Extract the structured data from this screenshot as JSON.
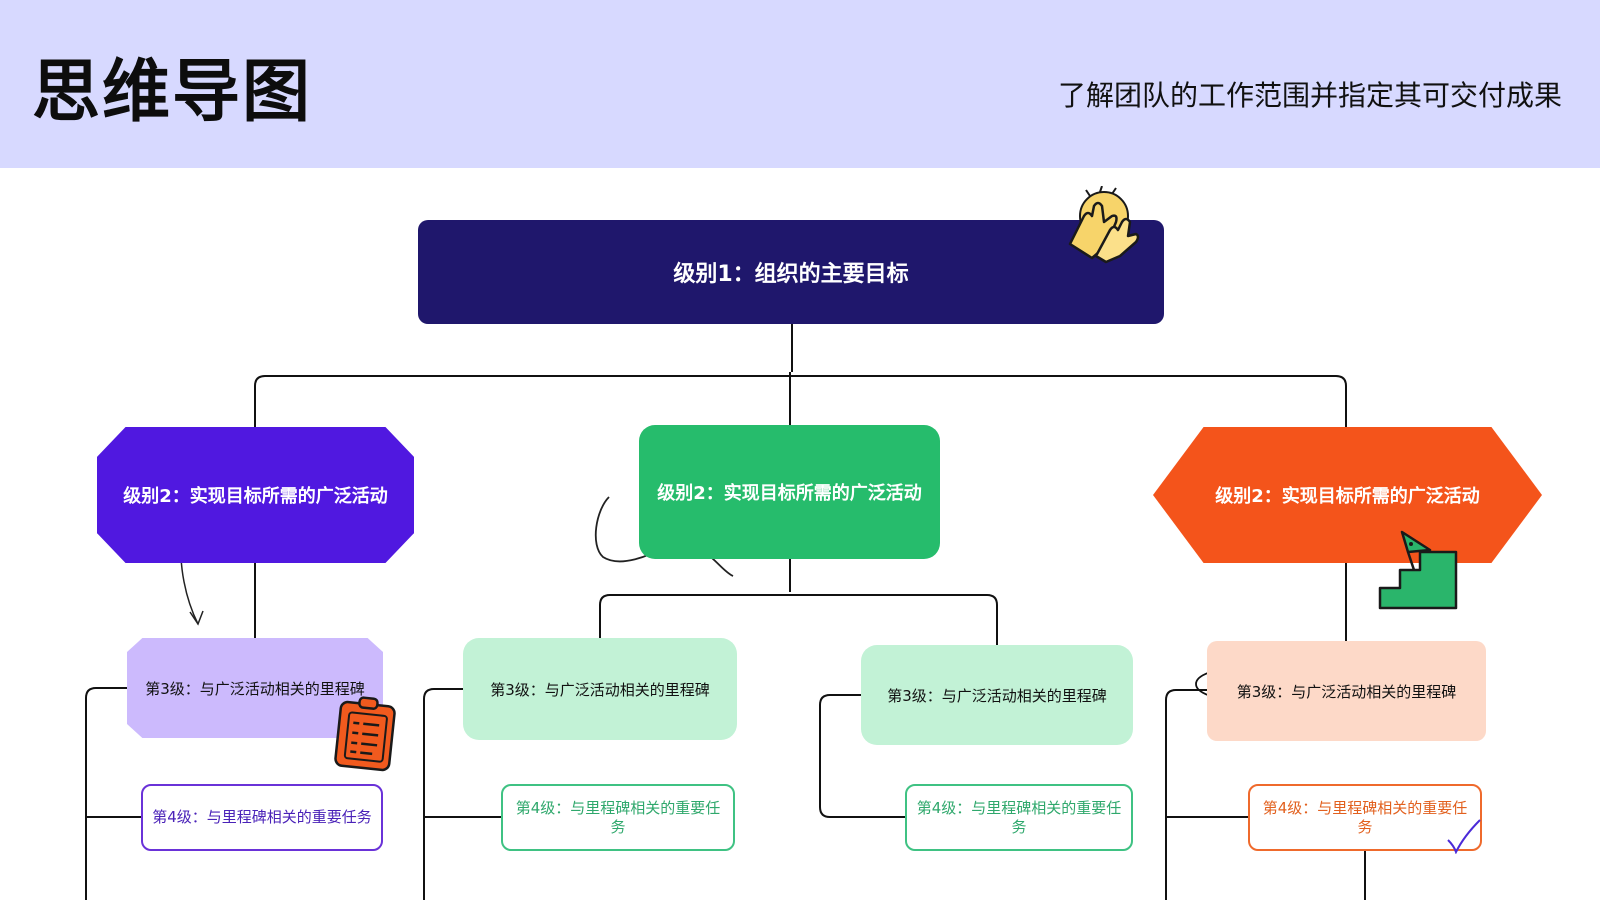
{
  "header": {
    "title": "思维导图",
    "subtitle": "了解团队的工作范围并指定其可交付成果"
  },
  "level1": {
    "label": "级别1：组织的主要目标"
  },
  "level2": [
    {
      "label": "级别2：实现目标所需的广泛活动"
    },
    {
      "label": "级别2：实现目标所需的广泛活动"
    },
    {
      "label": "级别2：实现目标所需的广泛活动"
    }
  ],
  "level3": [
    {
      "label": "第3级：与广泛活动相关的里程碑"
    },
    {
      "label": "第3级：与广泛活动相关的里程碑"
    },
    {
      "label": "第3级：与广泛活动相关的里程碑"
    },
    {
      "label": "第3级：与广泛活动相关的里程碑"
    }
  ],
  "level4": [
    {
      "label": "第4级：与里程碑相关的重要任务"
    },
    {
      "label": "第4级：与里程碑相关的重要任务"
    },
    {
      "label": "第4级：与里程碑相关的重要任务"
    },
    {
      "label": "第4级：与里程碑相关的重要任务"
    }
  ],
  "colors": {
    "header_bg": "#d7d9ff",
    "level1": "#1f176c",
    "purple": "#5018e0",
    "green": "#26bc6c",
    "orange": "#f4541b",
    "lavender": "#ccbafd",
    "mint": "#c2f2d6",
    "peach": "#fdd9c8"
  },
  "stickers": [
    "high-five-icon",
    "clipboard-icon",
    "stairs-flag-icon",
    "checkmark-icon"
  ]
}
